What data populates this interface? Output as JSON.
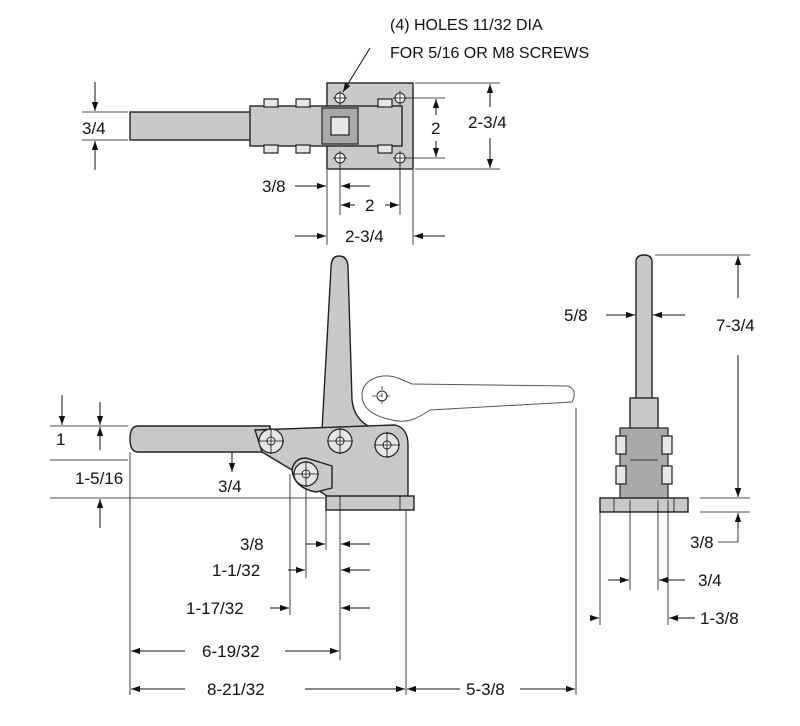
{
  "note": {
    "line1": "(4) HOLES 11/32 DIA",
    "line2": "FOR 5/16 OR M8 SCREWS"
  },
  "top_view": {
    "handle_height": "3/4",
    "hole_spacing_vertical": "2",
    "base_height": "2-3/4",
    "hole_offset": "3/8",
    "hole_spacing_horizontal": "2",
    "base_width": "2-3/4"
  },
  "side_view": {
    "bar_height": "1",
    "pivot_height": "1-5/16",
    "link_offset": "3/4",
    "d1": "3/8",
    "d2": "1-1/32",
    "d3": "1-17/32",
    "d4": "6-19/32",
    "overall_length": "8-21/32",
    "open_reach": "5-3/8"
  },
  "end_view": {
    "handle_width": "5/8",
    "overall_height": "7-3/4",
    "base_thickness": "3/8",
    "body_width": "3/4",
    "base_width": "1-3/8"
  }
}
